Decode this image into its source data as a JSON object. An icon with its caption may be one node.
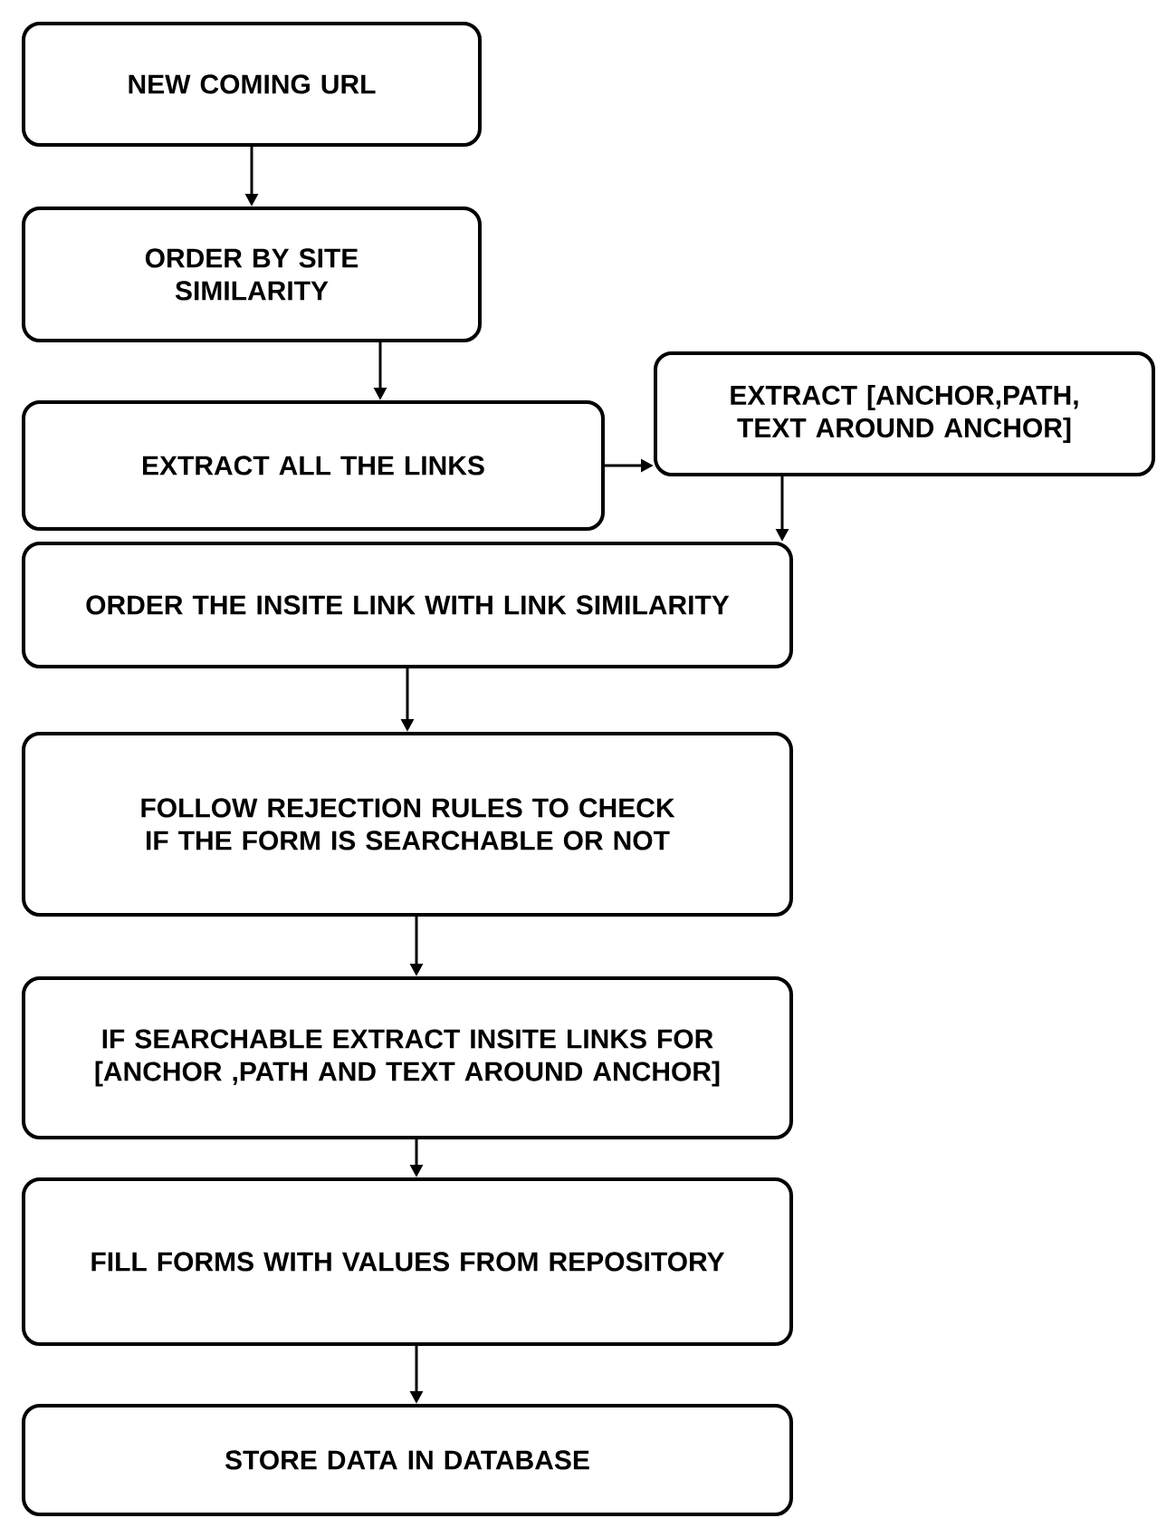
{
  "diagram": {
    "nodes": [
      {
        "text": [
          "NEW COMING URL"
        ]
      },
      {
        "text": [
          "ORDER BY SITE SIMILARITY"
        ]
      },
      {
        "text": [
          "EXTRACT ALL THE LINKS"
        ]
      },
      {
        "text": [
          "EXTRACT [ANCHOR,PATH, TEXT AROUND ANCHOR]"
        ]
      },
      {
        "text": [
          "ORDER THE INSITE LINK WITH LINK SIMILARITY"
        ]
      },
      {
        "text": [
          "FOLLOW REJECTION RULES TO CHECK IF THE FORM IS SEARCHABLE OR NOT"
        ]
      },
      {
        "text": [
          "IF SEARCHABLE EXTRACT INSITE LINKS FOR [ANCHOR ,PATH AND TEXT AROUND ANCHOR]"
        ]
      },
      {
        "text": [
          "FILL FORMS WITH VALUES FROM REPOSITORY"
        ]
      },
      {
        "text": [
          "STORE DATA IN DATABASE"
        ]
      }
    ],
    "edges": [
      {
        "from": 0,
        "to": 1,
        "arrow": "to"
      },
      {
        "from": 1,
        "to": 2,
        "arrow": "to"
      },
      {
        "from": 2,
        "to": 3,
        "arrow": "to"
      },
      {
        "from": 3,
        "to": 4,
        "arrow": "to"
      },
      {
        "from": 4,
        "to": 5,
        "arrow": "to"
      },
      {
        "from": 5,
        "to": 6,
        "arrow": "to"
      },
      {
        "from": 6,
        "to": 7,
        "arrow": "to"
      },
      {
        "from": 7,
        "to": 8,
        "arrow": "to"
      }
    ]
  }
}
